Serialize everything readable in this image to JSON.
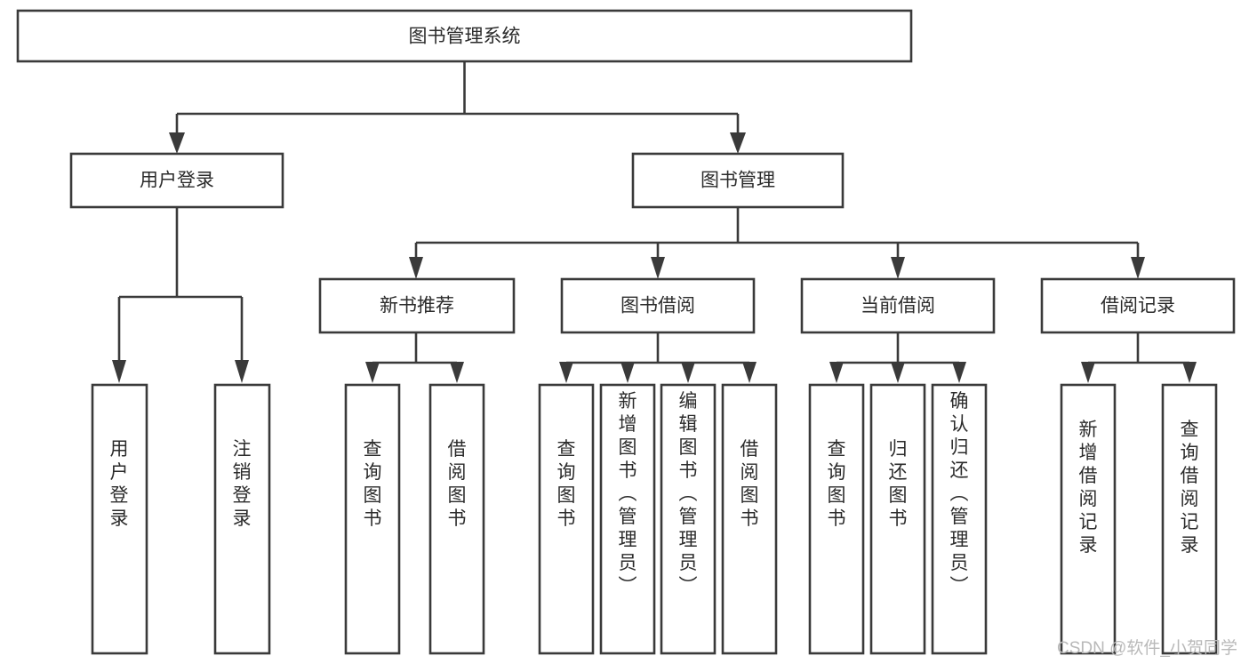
{
  "diagram": {
    "type": "tree-hierarchy-chart",
    "title": "图书管理系统",
    "orientation": "top-down",
    "colors": {
      "box_stroke": "#3a3a3a",
      "box_fill": "#ffffff",
      "connector": "#3a3a3a",
      "text": "#2b2b2b",
      "watermark": "#b9b9b9",
      "background": "#ffffff"
    },
    "levels": {
      "root": {
        "label": "图书管理系统"
      },
      "level2": [
        {
          "id": "user-login",
          "label": "用户登录"
        },
        {
          "id": "book-management",
          "label": "图书管理"
        }
      ],
      "level3": [
        {
          "id": "new-book-recommend",
          "label": "新书推荐",
          "parent": "book-management"
        },
        {
          "id": "book-borrow",
          "label": "图书借阅",
          "parent": "book-management"
        },
        {
          "id": "current-borrow",
          "label": "当前借阅",
          "parent": "book-management"
        },
        {
          "id": "borrow-record",
          "label": "借阅记录",
          "parent": "book-management"
        }
      ],
      "leaves": [
        {
          "id": "leaf-user-login",
          "label": "用户登录",
          "parent": "user-login"
        },
        {
          "id": "leaf-logout-login",
          "label": "注销登录",
          "parent": "user-login"
        },
        {
          "id": "leaf-query-book-1",
          "label": "查询图书",
          "parent": "new-book-recommend"
        },
        {
          "id": "leaf-borrow-book-1",
          "label": "借阅图书",
          "parent": "new-book-recommend"
        },
        {
          "id": "leaf-query-book-2",
          "label": "查询图书",
          "parent": "book-borrow"
        },
        {
          "id": "leaf-add-book-admin",
          "label": "新增图书（管理员）",
          "parent": "book-borrow"
        },
        {
          "id": "leaf-edit-book-admin",
          "label": "编辑图书（管理员）",
          "parent": "book-borrow"
        },
        {
          "id": "leaf-borrow-book-2",
          "label": "借阅图书",
          "parent": "book-borrow"
        },
        {
          "id": "leaf-query-book-3",
          "label": "查询图书",
          "parent": "current-borrow"
        },
        {
          "id": "leaf-return-book",
          "label": "归还图书",
          "parent": "current-borrow"
        },
        {
          "id": "leaf-confirm-return-admin",
          "label": "确认归还（管理员）",
          "parent": "current-borrow"
        },
        {
          "id": "leaf-add-borrow-record",
          "label": "新增借阅记录",
          "parent": "borrow-record"
        },
        {
          "id": "leaf-query-borrow-record",
          "label": "查询借阅记录",
          "parent": "borrow-record"
        }
      ]
    }
  },
  "watermark": {
    "text": "CSDN @软件_小贺同学"
  }
}
